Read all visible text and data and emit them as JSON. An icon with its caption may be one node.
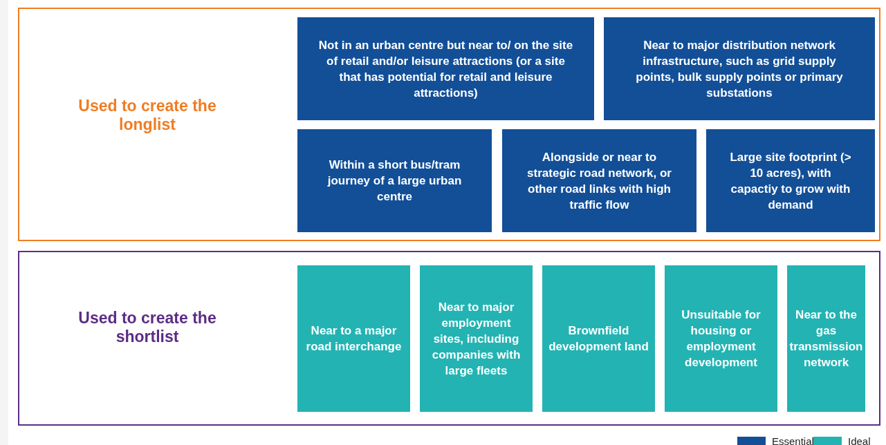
{
  "diagram": {
    "nodes": [
      {
        "text": [
          "Used to create the longlist"
        ]
      },
      {
        "text": [
          "Not in an urban centre but near to/ on the site of retail and/or leisure attractions (or a site that has potential for retail and leisure attractions)"
        ],
        "in": 0
      },
      {
        "text": [
          "Near to major distribution network infrastructure, such as grid supply points, bulk supply points or primary substations"
        ],
        "in": 0
      },
      {
        "text": [
          "Within a short bus/tram journey of a large urban centre"
        ],
        "in": 0
      },
      {
        "text": [
          "Alongside or near to strategic road network, or other road links with high traffic flow"
        ],
        "in": 0
      },
      {
        "text": [
          "Large site footprint (> 10 acres), with capactiy to grow with demand"
        ],
        "in": 0
      },
      {
        "text": [
          "Used to create the shortlist"
        ]
      },
      {
        "text": [
          "Near to a major road interchange"
        ],
        "in": 6
      },
      {
        "text": [
          "Near to major employment sites, including companies with large fleets"
        ],
        "in": 6
      },
      {
        "text": [
          "Brownfield development land"
        ],
        "in": 6
      },
      {
        "text": [
          "Unsuitable for housing or employment development"
        ],
        "in": 6
      },
      {
        "text": [
          "Near to the gas transmission network"
        ],
        "in": 6
      }
    ],
    "edges": [],
    "legend": [
      {
        "text": "Essential",
        "color": "#134f97"
      },
      {
        "text": "Ideal",
        "color": "#24b3b3"
      }
    ]
  }
}
